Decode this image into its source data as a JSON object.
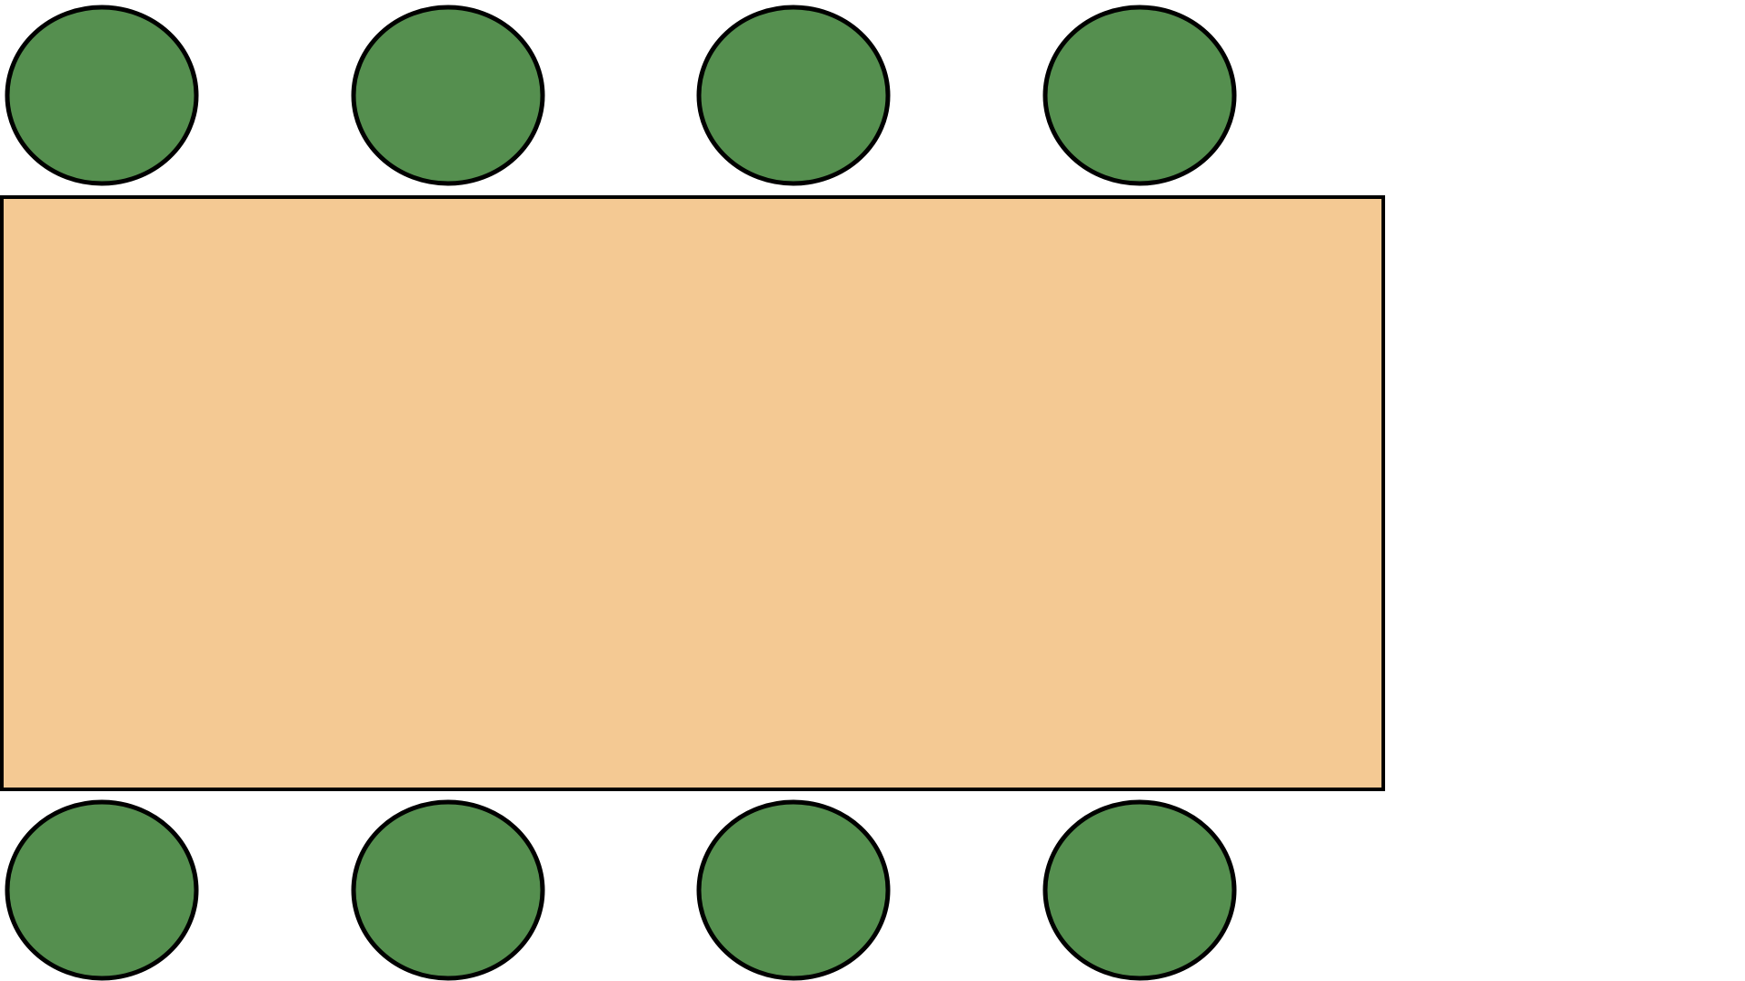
{
  "diagram": {
    "type": "seating-arrangement",
    "table": {
      "shape": "rectangle",
      "fill": "#F4C993",
      "stroke": "#000000"
    },
    "seats": {
      "shape": "circle",
      "fill": "#558F4F",
      "stroke": "#000000",
      "top_side_count": 4,
      "bottom_side_count": 4,
      "total": 8
    }
  }
}
